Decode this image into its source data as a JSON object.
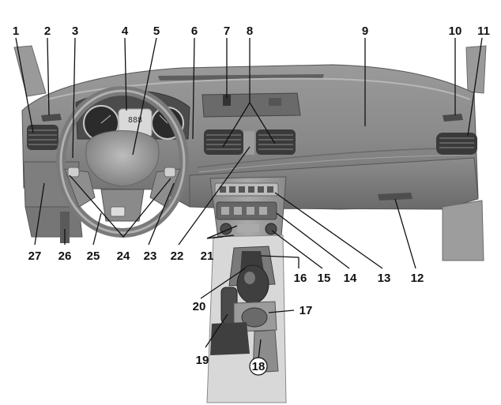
{
  "callouts": {
    "n1": "1",
    "n2": "2",
    "n3": "3",
    "n4": "4",
    "n5": "5",
    "n6": "6",
    "n7": "7",
    "n8": "8",
    "n9": "9",
    "n10": "10",
    "n11": "11",
    "n12": "12",
    "n13": "13",
    "n14": "14",
    "n15": "15",
    "n16": "16",
    "n17": "17",
    "n18": "18",
    "n19": "19",
    "n20": "20",
    "n21": "21",
    "n22": "22",
    "n23": "23",
    "n24": "24",
    "n25": "25",
    "n26": "26",
    "n27": "27"
  },
  "cluster": {
    "display_digits": "888"
  },
  "colors": {
    "dashboard": "#8f8f8f",
    "dashboard_dark": "#5a5a5a",
    "vent": "#3a3a3a",
    "leader": "#111111",
    "background": "#ffffff"
  }
}
